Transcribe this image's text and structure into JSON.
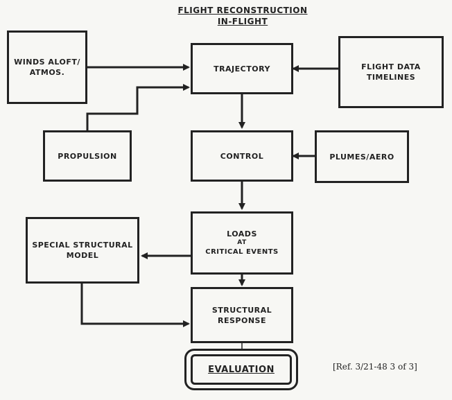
{
  "title": {
    "line1": "FLIGHT RECONSTRUCTION",
    "line2": "IN-FLIGHT"
  },
  "boxes": {
    "winds": {
      "line1": "WINDS ALOFT/",
      "line2": "ATMOS."
    },
    "trajectory": {
      "line1": "TRAJECTORY"
    },
    "flight_data": {
      "line1": "FLIGHT DATA",
      "line2": "TIMELINES"
    },
    "propulsion": {
      "line1": "PROPULSION"
    },
    "control": {
      "line1": "CONTROL"
    },
    "plumes": {
      "line1": "PLUMES/AERO"
    },
    "special": {
      "line1": "SPECIAL STRUCTURAL",
      "line2": "MODEL"
    },
    "loads": {
      "line1": "LOADS",
      "line2": "AT",
      "line3": "CRITICAL EVENTS"
    },
    "structural": {
      "line1": "STRUCTURAL",
      "line2": "RESPONSE"
    },
    "evaluation": {
      "line1": "EVALUATION"
    }
  },
  "reference": "[Ref. 3/21-48 3 of 3]"
}
